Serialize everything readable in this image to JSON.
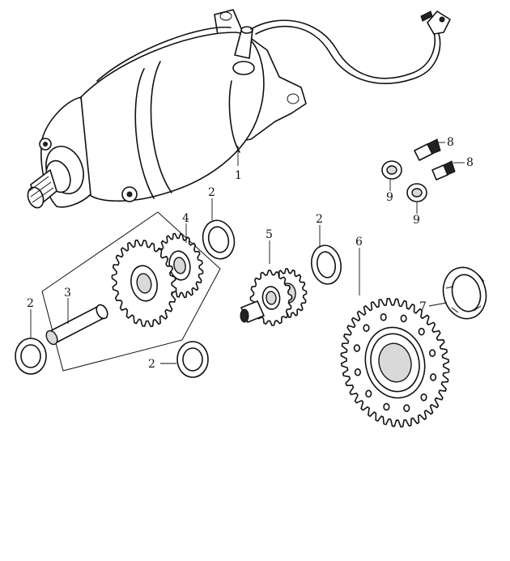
{
  "diagram": {
    "labels": [
      {
        "id": "starter-motor",
        "text": "1"
      },
      {
        "id": "washer-top",
        "text": "2"
      },
      {
        "id": "washer-left",
        "text": "2"
      },
      {
        "id": "washer-bottom",
        "text": "2"
      },
      {
        "id": "washer-mid",
        "text": "2"
      },
      {
        "id": "shaft",
        "text": "3"
      },
      {
        "id": "reduction-gear",
        "text": "4"
      },
      {
        "id": "idle-gear",
        "text": "5"
      },
      {
        "id": "driven-gear",
        "text": "6"
      },
      {
        "id": "clutch-ring",
        "text": "7"
      },
      {
        "id": "bolt-upper",
        "text": "8"
      },
      {
        "id": "bolt-lower",
        "text": "8"
      },
      {
        "id": "washer-small-left",
        "text": "9"
      },
      {
        "id": "washer-small-right",
        "text": "9"
      }
    ]
  }
}
